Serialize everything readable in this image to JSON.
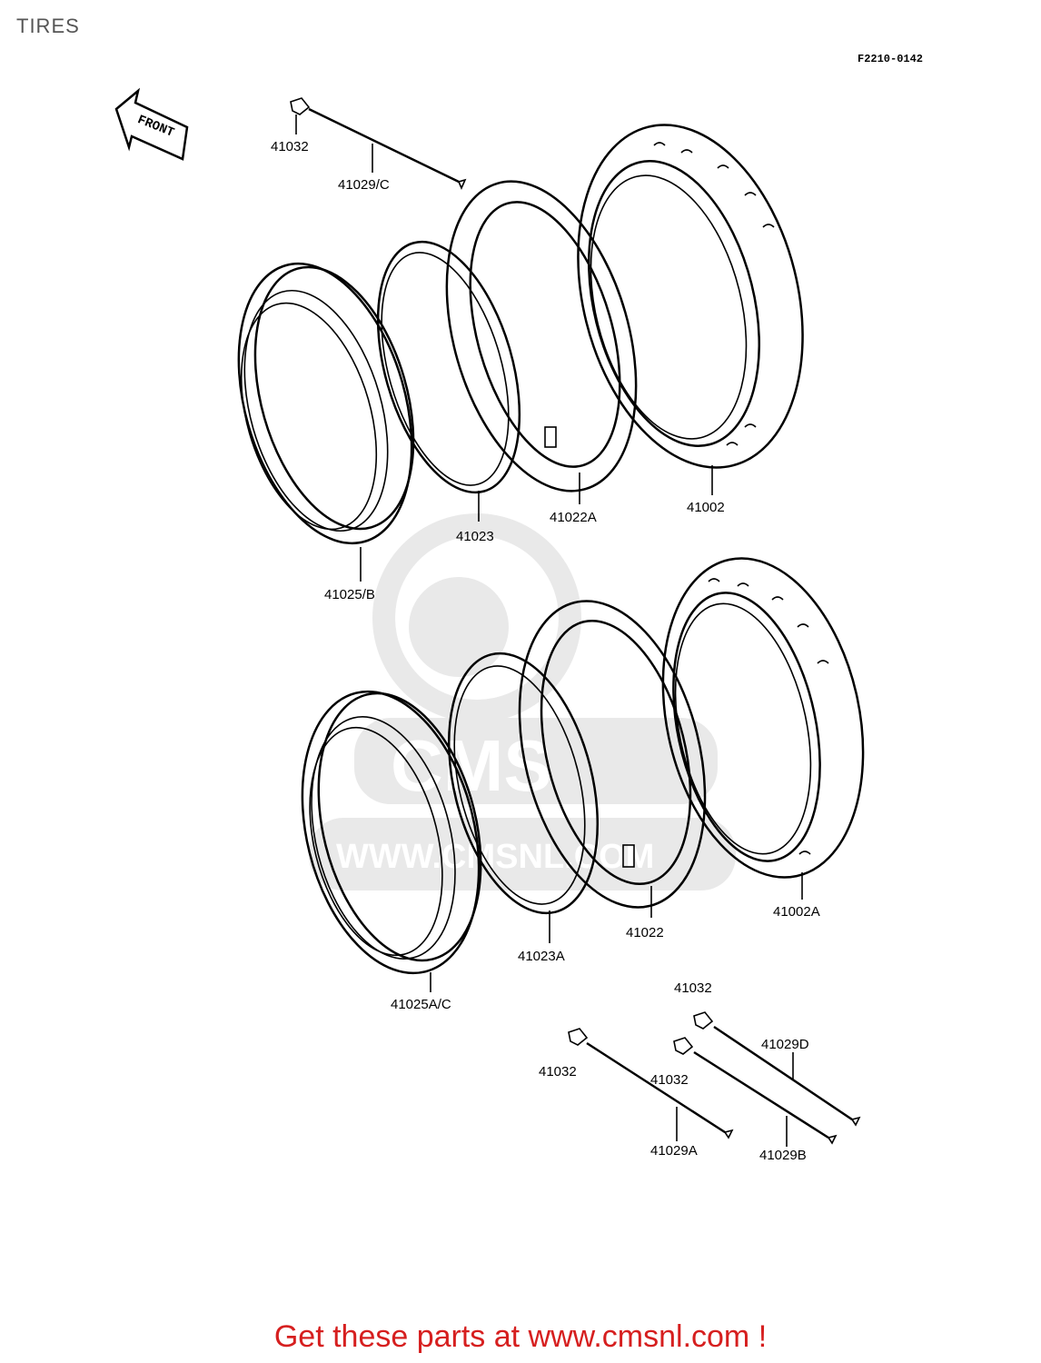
{
  "header": {
    "title": "TIRES",
    "figure_code": "F2210-0142"
  },
  "front_arrow": {
    "label": "FRONT",
    "icon": "arrow-left-icon"
  },
  "parts": {
    "p_41032_top": "41032",
    "p_41029C": "41029/C",
    "p_41002": "41002",
    "p_41022A": "41022A",
    "p_41023": "41023",
    "p_41025B": "41025/B",
    "p_41002A": "41002A",
    "p_41022": "41022",
    "p_41023A": "41023A",
    "p_41025AC": "41025A/C",
    "p_41032_r1": "41032",
    "p_41029D": "41029D",
    "p_41032_l": "41032",
    "p_41032_r2": "41032",
    "p_41029A": "41029A",
    "p_41029B": "41029B"
  },
  "footer": {
    "text": "Get these parts at www.cmsnl.com !",
    "color": "#d61f1f"
  },
  "watermark": {
    "brand": "CMS",
    "url": "WWW.CMSNL.COM"
  }
}
